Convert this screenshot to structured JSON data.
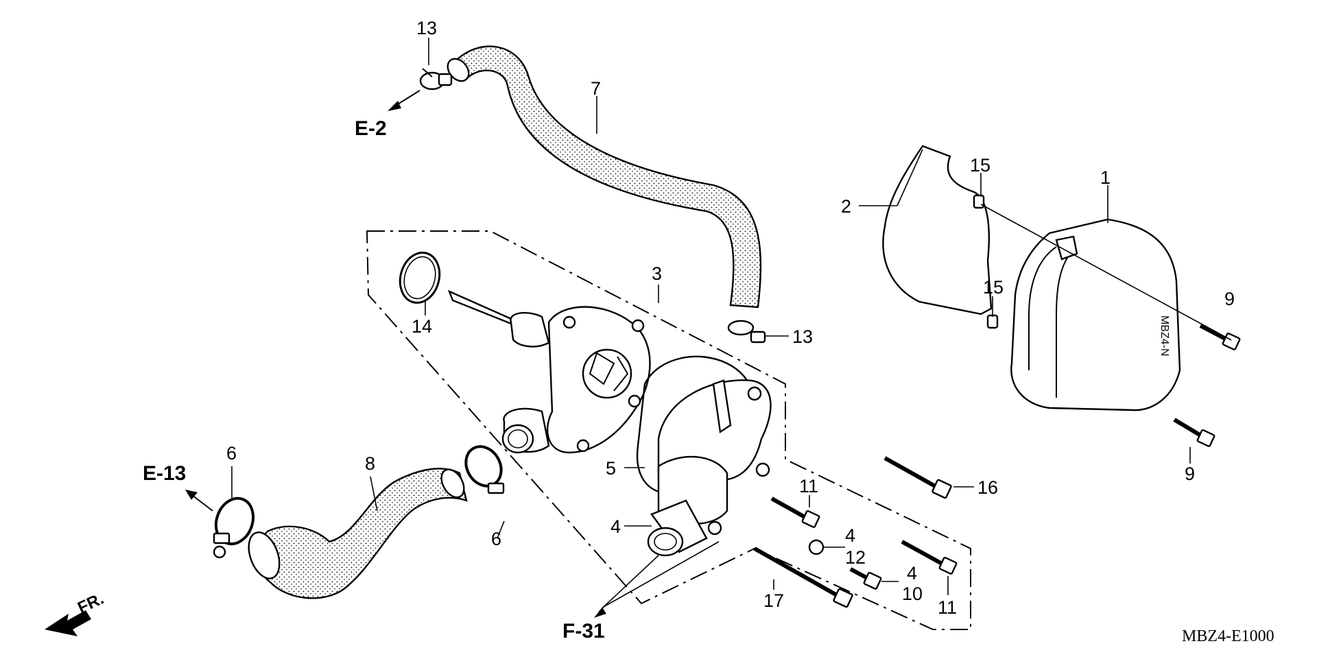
{
  "diagram": {
    "code": "MBZ4-E1000",
    "front_marker": "FR.",
    "refs": {
      "e2": "E-2",
      "e13": "E-13",
      "f31": "F-31"
    },
    "parts": {
      "p1": "1",
      "p2": "2",
      "p3": "3",
      "p4a": "4",
      "p4b": "4",
      "p4c": "4",
      "p5": "5",
      "p6a": "6",
      "p6b": "6",
      "p7": "7",
      "p8": "8",
      "p9a": "9",
      "p9b": "9",
      "p10": "10",
      "p11a": "11",
      "p11b": "11",
      "p12": "12",
      "p13a": "13",
      "p13b": "13",
      "p14": "14",
      "p15a": "15",
      "p15b": "15",
      "p16": "16",
      "p17": "17"
    },
    "cover_stamp": "MBZ4-N"
  }
}
